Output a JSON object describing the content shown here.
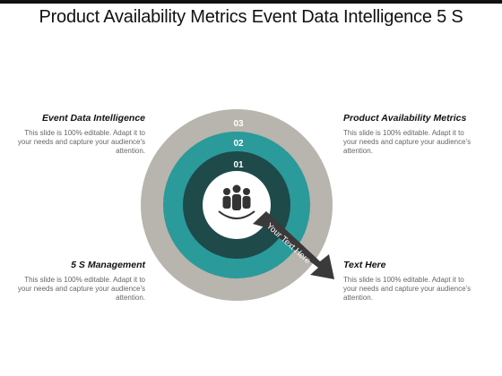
{
  "title": "Product Availability  Metrics Event Data Intelligence 5 S",
  "blocks": {
    "top_left": {
      "heading": "Event Data Intelligence",
      "body": "This slide is 100% editable. Adapt it to your needs and capture your audience's attention."
    },
    "top_right": {
      "heading": "Product Availability Metrics",
      "body": "This slide is 100% editable. Adapt it to your needs and capture your audience's attention."
    },
    "bottom_left": {
      "heading": "5 S Management",
      "body": "This slide is 100% editable. Adapt it to your needs and capture your audience's attention."
    },
    "bottom_right": {
      "heading": "Text Here",
      "body": "This slide is 100% editable. Adapt it to your needs and capture your audience's attention."
    }
  },
  "rings": {
    "outer": "03",
    "middle": "02",
    "inner": "01"
  },
  "arrow_text": "Your Text Here",
  "center_icon": "people-group-icon",
  "colors": {
    "outer": "#b7b5ad",
    "middle": "#2a9a9a",
    "inner": "#1e4a4a",
    "arrow": "#3a3a3a"
  }
}
